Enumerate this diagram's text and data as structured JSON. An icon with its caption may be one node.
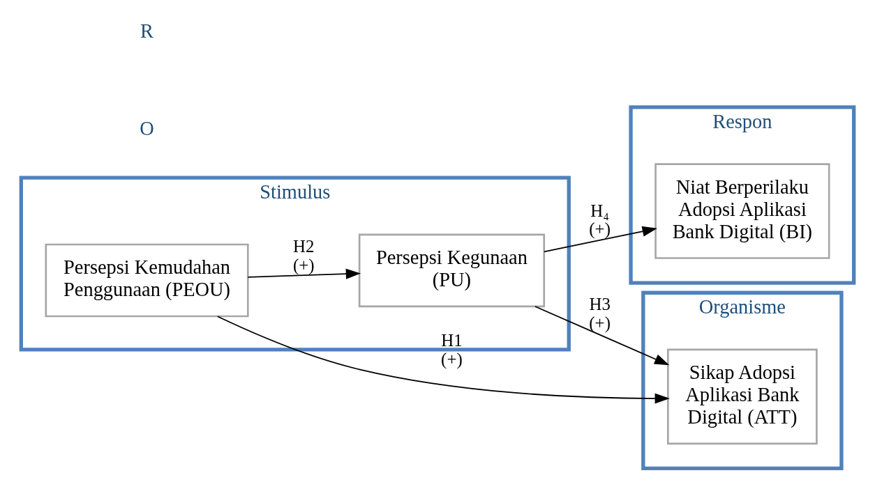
{
  "diagram": {
    "nodes": [
      {
        "text": [
          "Stimulus"
        ]
      },
      {
        "text": [
          "Persepsi Kegunaan (PU)"
        ],
        "in": 0
      },
      {
        "text": [
          "Persepsi Kemudahan Penggunaan (PEOU)"
        ],
        "in": 0
      },
      {
        "text": [
          "Organisme"
        ]
      },
      {
        "text": [
          "Sikap Adopsi Aplikasi Bank Digital (ATT)"
        ],
        "in": 3
      },
      {
        "text": [
          "Respon"
        ]
      },
      {
        "text": [
          "Niat Berperilaku Adopsi Aplikasi Bank Digital (BI)"
        ],
        "in": 5
      }
    ],
    "edges": [
      {
        "from": 2,
        "to": 1,
        "arrow": "to",
        "label": "H2 (+)"
      },
      {
        "from": 1,
        "to": 4,
        "arrow": "to",
        "label": "H3 (+)"
      },
      {
        "from": 2,
        "to": 4,
        "arrow": "to",
        "label": "H1 (+)"
      },
      {
        "from": 1,
        "to": 6,
        "arrow": "to",
        "label": "H₄ (+)"
      }
    ],
    "labels": [
      "O",
      "R"
    ]
  }
}
